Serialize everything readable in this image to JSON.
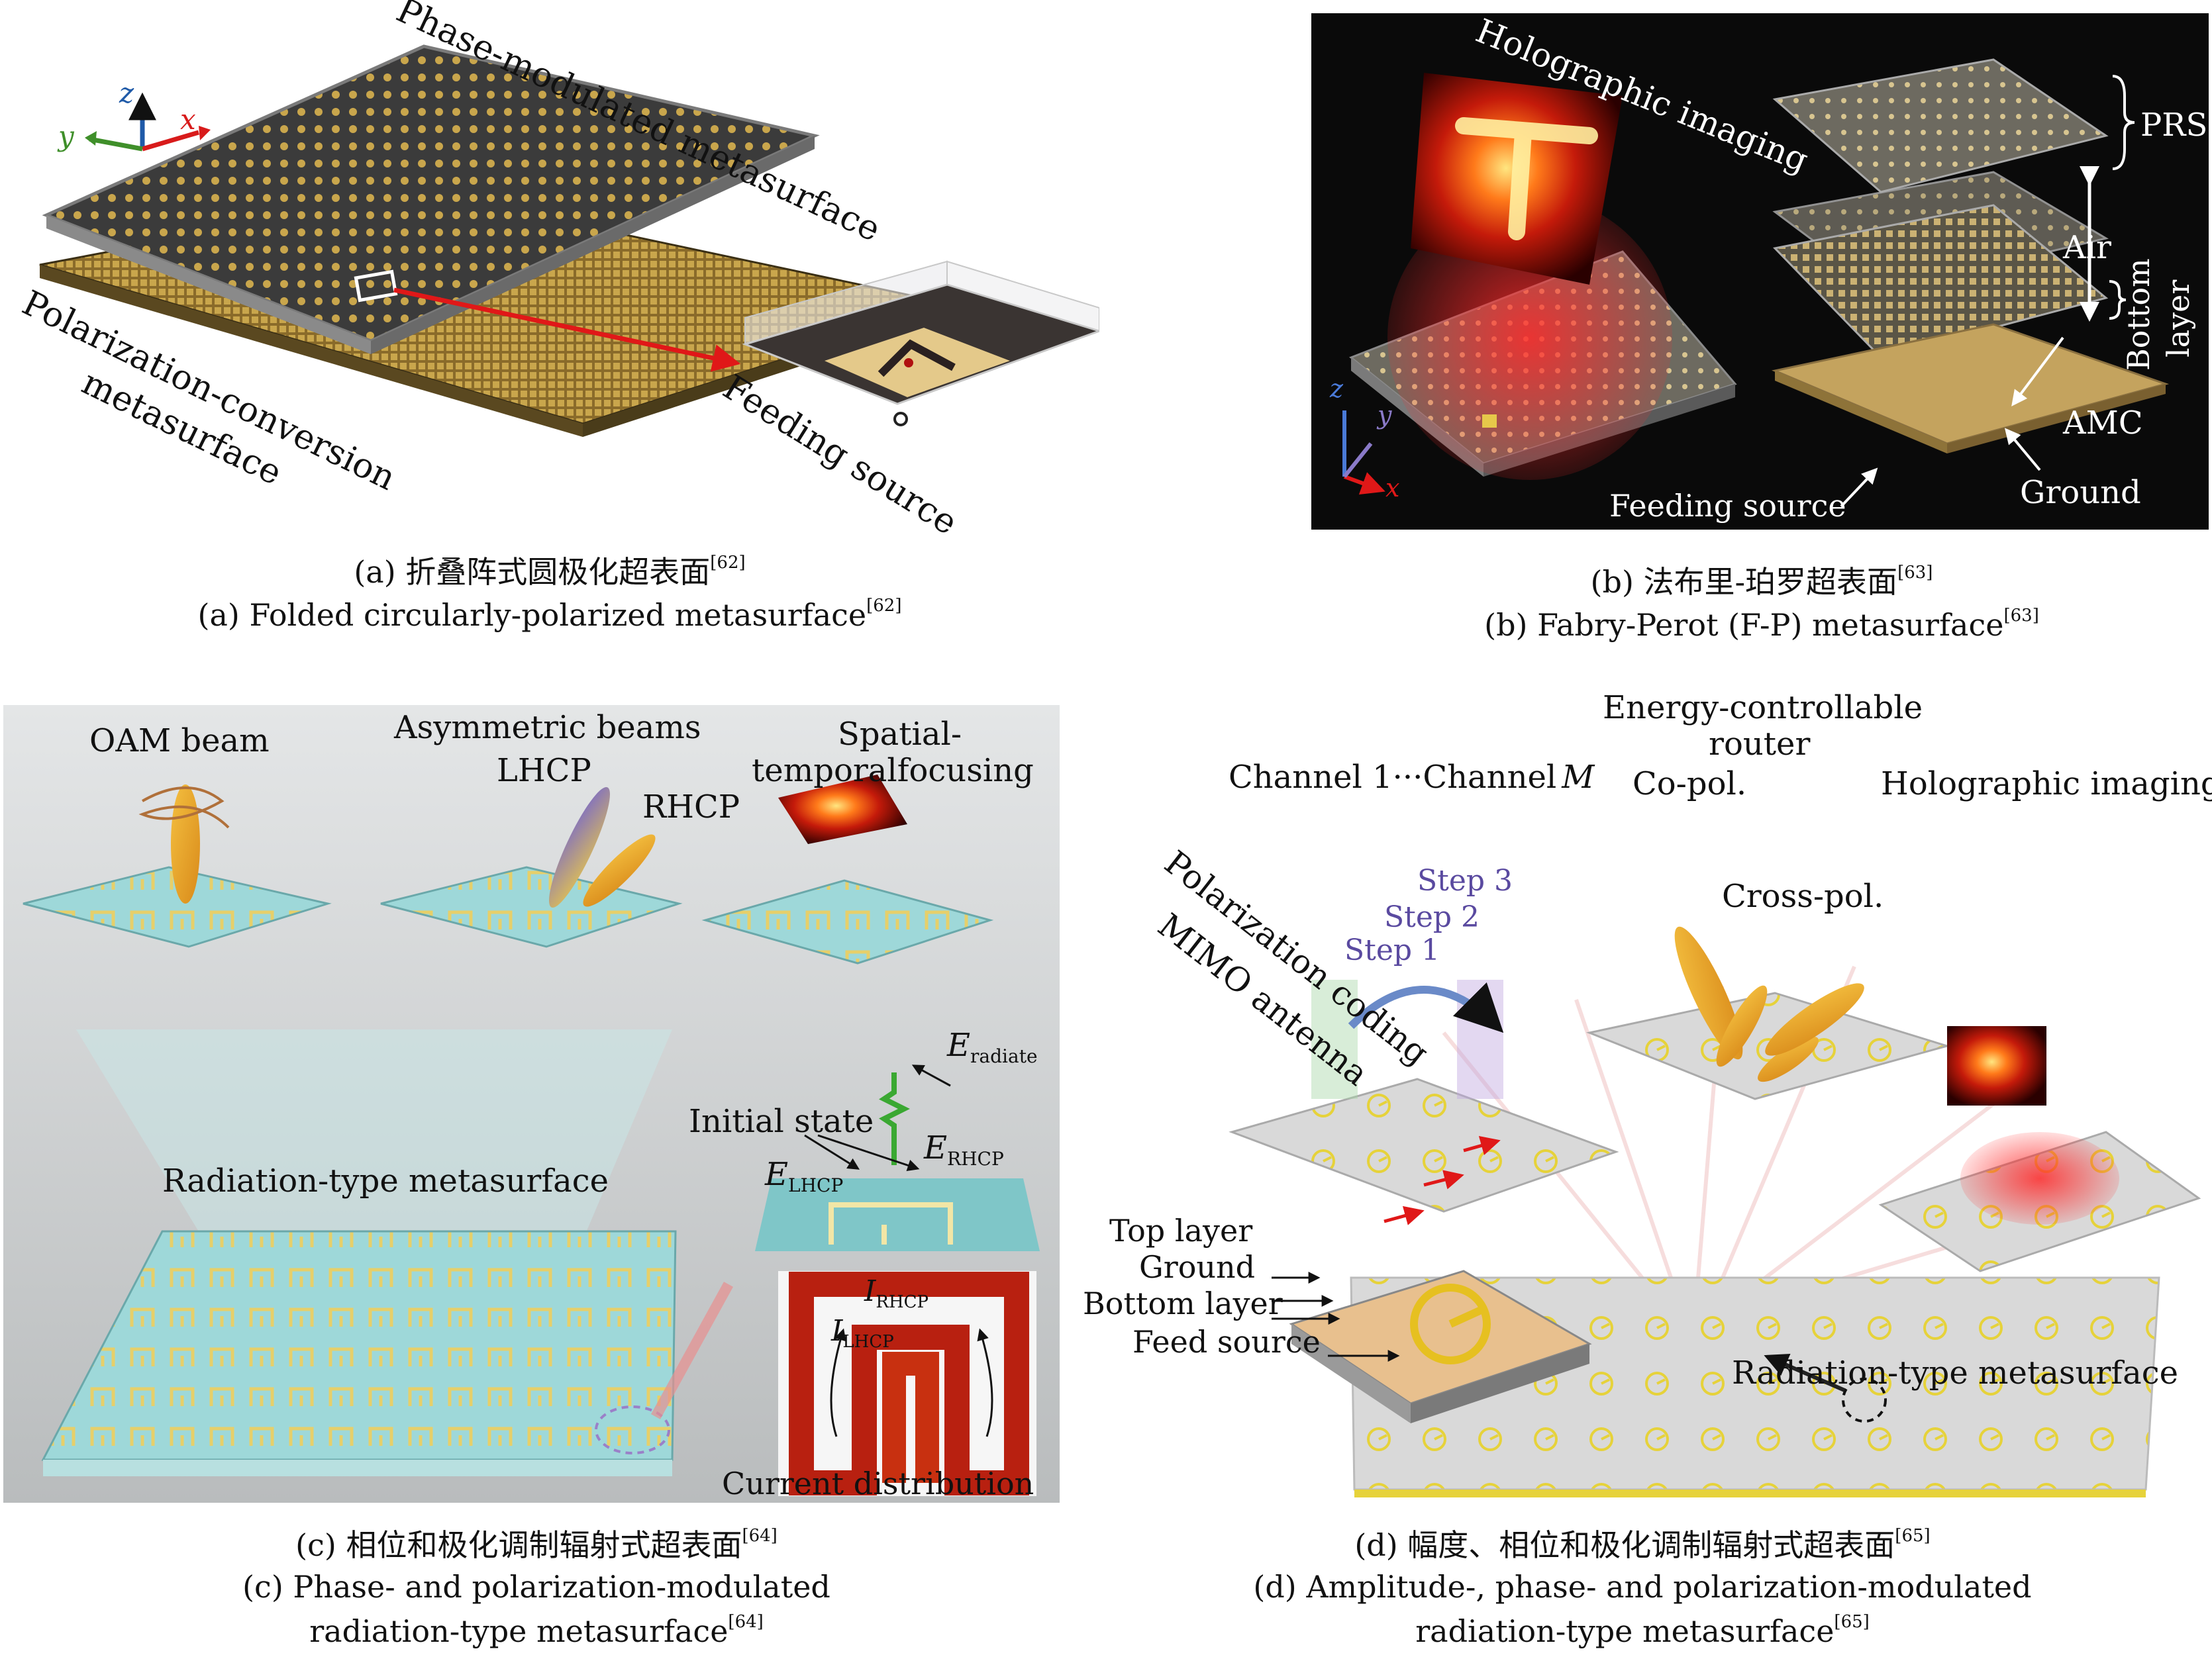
{
  "panel_a": {
    "labels": {
      "phase": "Phase-modulated metasurface",
      "polarization1": "Polarization-conversion",
      "polarization2": "metasurface",
      "feeding": "Feeding source",
      "axis_x": "x",
      "axis_y": "y",
      "axis_z": "z"
    },
    "caption_cn": "(a) 折叠阵式圆极化超表面",
    "caption_en": "(a) Folded circularly-polarized metasurface",
    "ref": "[62]"
  },
  "panel_b": {
    "labels": {
      "holo": "Holographic imaging",
      "prs": "PRS",
      "air": "Air",
      "bottom1": "Bottom",
      "bottom2": "layer",
      "amc": "AMC",
      "ground": "Ground",
      "feeding": "Feeding source",
      "axis_x": "x",
      "axis_y": "y",
      "axis_z": "z"
    },
    "caption_cn": "(b) 法布里-珀罗超表面",
    "caption_en": "(b) Fabry-Perot (F-P) metasurface",
    "ref": "[63]"
  },
  "panel_c": {
    "labels": {
      "oam": "OAM beam",
      "asym": "Asymmetric beams",
      "lhcp": "LHCP",
      "rhcp": "RHCP",
      "spatial1": "Spatial-",
      "spatial2": "temporalfocusing",
      "initial": "Initial state",
      "e_radiate": "E",
      "e_radiate_sub": "radiate",
      "e_lhcp": "E",
      "e_lhcp_sub": "LHCP",
      "e_rhcp": "E",
      "e_rhcp_sub": "RHCP",
      "radiation": "Radiation-type metasurface",
      "i_rhcp": "I",
      "i_rhcp_sub": "RHCP",
      "i_lhcp": "I",
      "i_lhcp_sub": "LHCP",
      "current": "Current distribution"
    },
    "caption_cn": "(c) 相位和极化调制辐射式超表面",
    "caption_en1": "(c) Phase- and polarization-modulated",
    "caption_en2": "radiation-type metasurface",
    "ref": "[64]"
  },
  "panel_d": {
    "labels": {
      "energy1": "Energy-controllable",
      "energy2": "router",
      "channel": "Channel 1···Channel",
      "channel_m": "M",
      "copol": "Co-pol.",
      "holo": "Holographic imaging",
      "crosspol": "Cross-pol.",
      "step3": "Step 3",
      "step2": "Step 2",
      "step1": "Step 1",
      "mimo1": "Polarization coding",
      "mimo2": "MIMO antenna",
      "top": "Top layer",
      "ground": "Ground",
      "bottom": "Bottom layer",
      "feed": "Feed source",
      "radiation": "Radiation-type metasurface"
    },
    "caption_cn": "(d) 幅度、相位和极化调制辐射式超表面",
    "caption_en1": "(d) Amplitude-, phase- and polarization-modulated",
    "caption_en2": "radiation-type metasurface",
    "ref": "[65]"
  },
  "colors": {
    "gold": "#c8a44a",
    "dark_plate": "#3a3a3a",
    "panel_b_bg": "#0a0a0a",
    "panel_c_bg": "#c9cccd",
    "red_arrow": "#e01818",
    "step_purple": "#5a4aa0"
  }
}
